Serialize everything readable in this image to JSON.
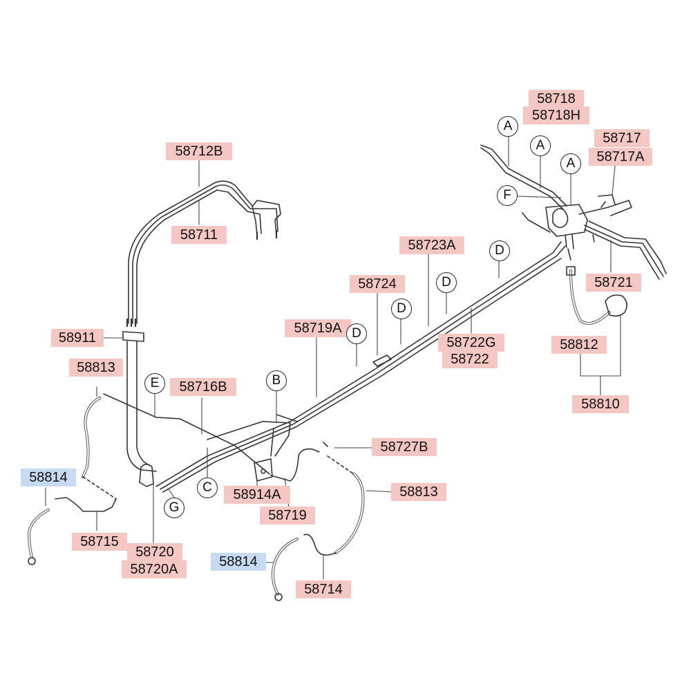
{
  "part_labels": {
    "p58718": "58718",
    "p58718H": "58718H",
    "p58717": "58717",
    "p58717A": "58717A",
    "p58712B": "58712B",
    "p58711": "58711",
    "p58723A": "58723A",
    "p58724": "58724",
    "p58721": "58721",
    "p58719A": "58719A",
    "p58722G": "58722G",
    "p58722": "58722",
    "p58911": "58911",
    "p58812": "58812",
    "p58813_left": "58813",
    "p58716B": "58716B",
    "p58810": "58810",
    "p58727B": "58727B",
    "p58814_left": "58814",
    "p58914A": "58914A",
    "p58813_right": "58813",
    "p58719": "58719",
    "p58715": "58715",
    "p58720": "58720",
    "p58720A": "58720A",
    "p58814_right": "58814",
    "p58714": "58714"
  },
  "connector_markers": {
    "A1": "A",
    "A2": "A",
    "A3": "A",
    "F": "F",
    "D1": "D",
    "D2": "D",
    "D3": "D",
    "D4": "D",
    "B": "B",
    "E": "E",
    "C": "C",
    "G": "G"
  },
  "colors": {
    "label_fill": "#f4c7c3",
    "highlight_fill": "#c6dbf3",
    "line": "#333333"
  }
}
